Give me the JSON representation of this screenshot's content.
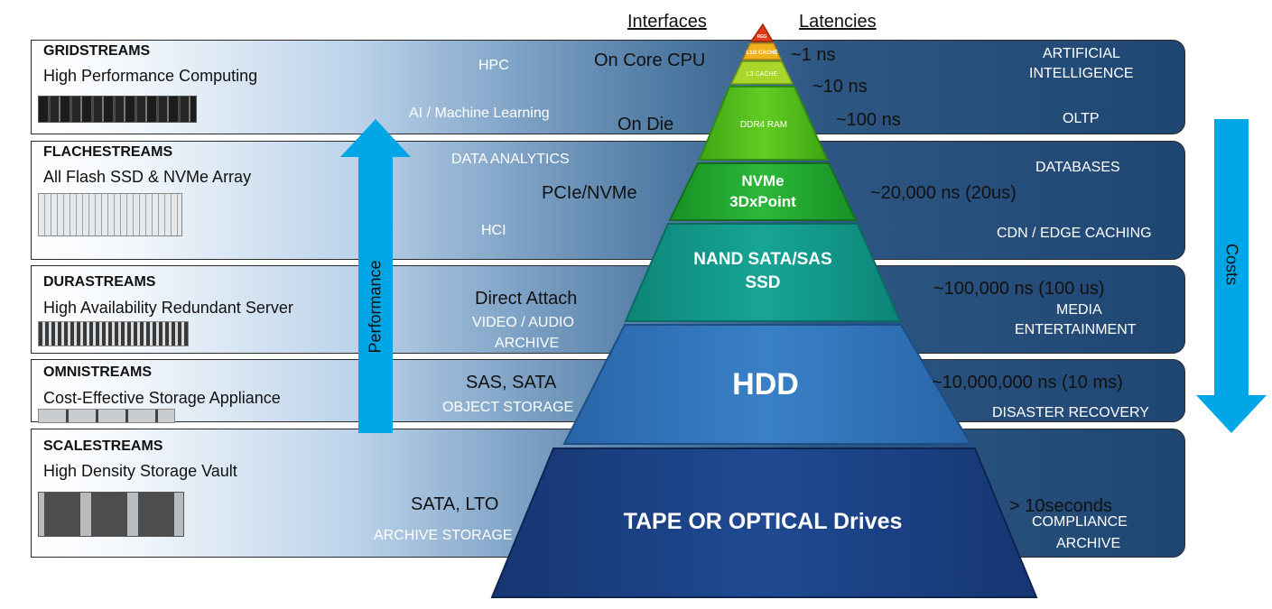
{
  "headers": {
    "interfaces": "Interfaces",
    "latencies": "Latencies"
  },
  "products": [
    {
      "name": "GRIDSTREAMS",
      "desc": "High Performance Computing"
    },
    {
      "name": "FLACHESTREAMS",
      "desc": "All Flash SSD & NVMe Array"
    },
    {
      "name": "DURASTREAMS",
      "desc": "High Availability Redundant Server"
    },
    {
      "name": "OMNISTREAMS",
      "desc": "Cost-Effective Storage Appliance"
    },
    {
      "name": "SCALESTREAMS",
      "desc": "High Density Storage Vault"
    }
  ],
  "left_workloads": [
    "HPC",
    "AI / Machine Learning",
    "DATA ANALYTICS",
    "HCI",
    "VIDEO / AUDIO",
    "ARCHIVE",
    "OBJECT STORAGE",
    "ARCHIVE STORAGE"
  ],
  "interfaces": [
    "On Core CPU",
    "On Die",
    "PCIe/NVMe",
    "Direct Attach",
    "SAS, SATA",
    "SATA, LTO"
  ],
  "latencies": [
    "~1 ns",
    "~10 ns",
    "~100 ns",
    "~20,000 ns (20us)",
    "~100,000 ns  (100 us)",
    "~10,000,000 ns  (10 ms)",
    "> 10seconds"
  ],
  "right_workloads": [
    "ARTIFICIAL",
    "INTELLIGENCE",
    "OLTP",
    "DATABASES",
    "CDN / EDGE CACHING",
    "MEDIA",
    "ENTERTAINMENT",
    "DISASTER RECOVERY",
    "COMPLIANCE",
    "ARCHIVE"
  ],
  "pyramid": {
    "tiers": [
      "L1/2 CACHE",
      "L3 CACHE",
      "DDR4 RAM",
      "NVMe",
      "3DxPoint",
      "NAND SATA/SAS",
      "SSD",
      "HDD",
      "TAPE OR OPTICAL Drives"
    ],
    "apex": "REG"
  },
  "arrows": {
    "performance": "Performance",
    "costs": "Costs"
  },
  "colors": {
    "arrow": "#00a6e6",
    "tape": "#1d3f82",
    "hdd": "#2f72b8",
    "ssd": "#11998a",
    "nvme": "#22aa33",
    "ram": "#55c41e"
  }
}
